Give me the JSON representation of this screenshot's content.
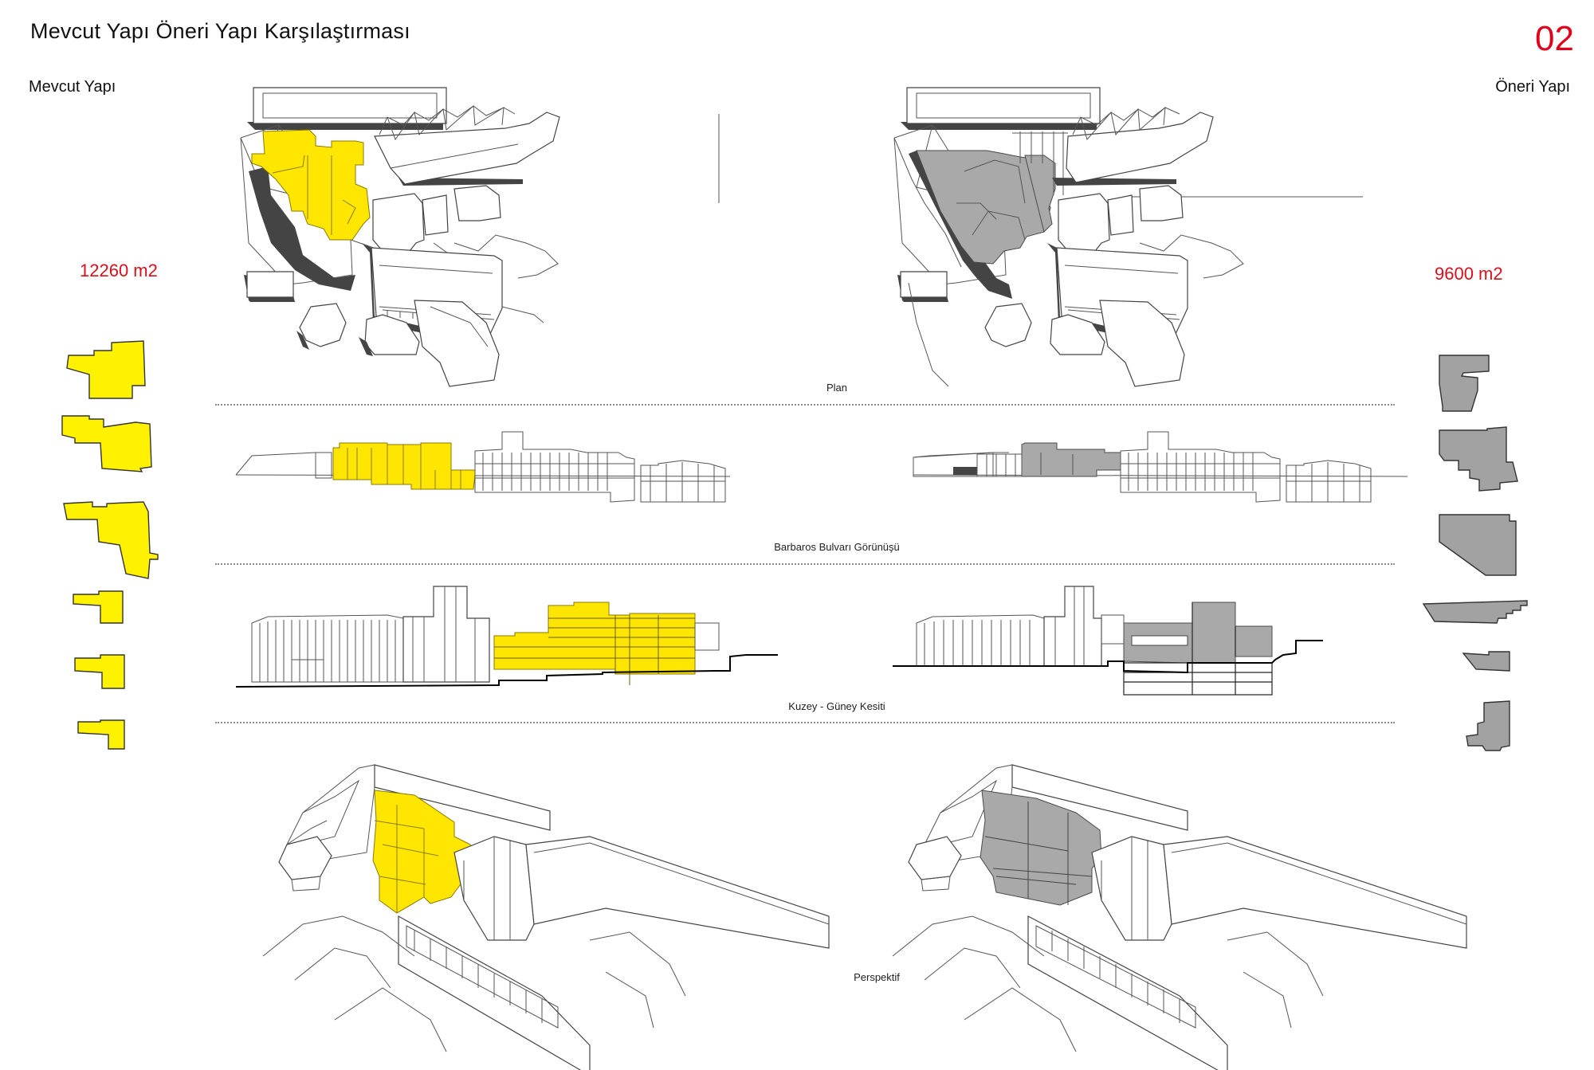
{
  "header": {
    "title": "Mevcut Yapı Öneri Yapı Karşılaştırması",
    "page_number": "02"
  },
  "left": {
    "label": "Mevcut Yapı",
    "area": "12260 m2",
    "color": "#ffe600"
  },
  "right": {
    "label": "Öneri Yapı",
    "area": "9600 m2",
    "color": "#a9a9a9"
  },
  "sections": {
    "plan": "Plan",
    "elevation": "Barbaros Bulvarı Görünüşü",
    "section": "Kuzey - Güney Kesiti",
    "perspective": "Perspektif"
  }
}
